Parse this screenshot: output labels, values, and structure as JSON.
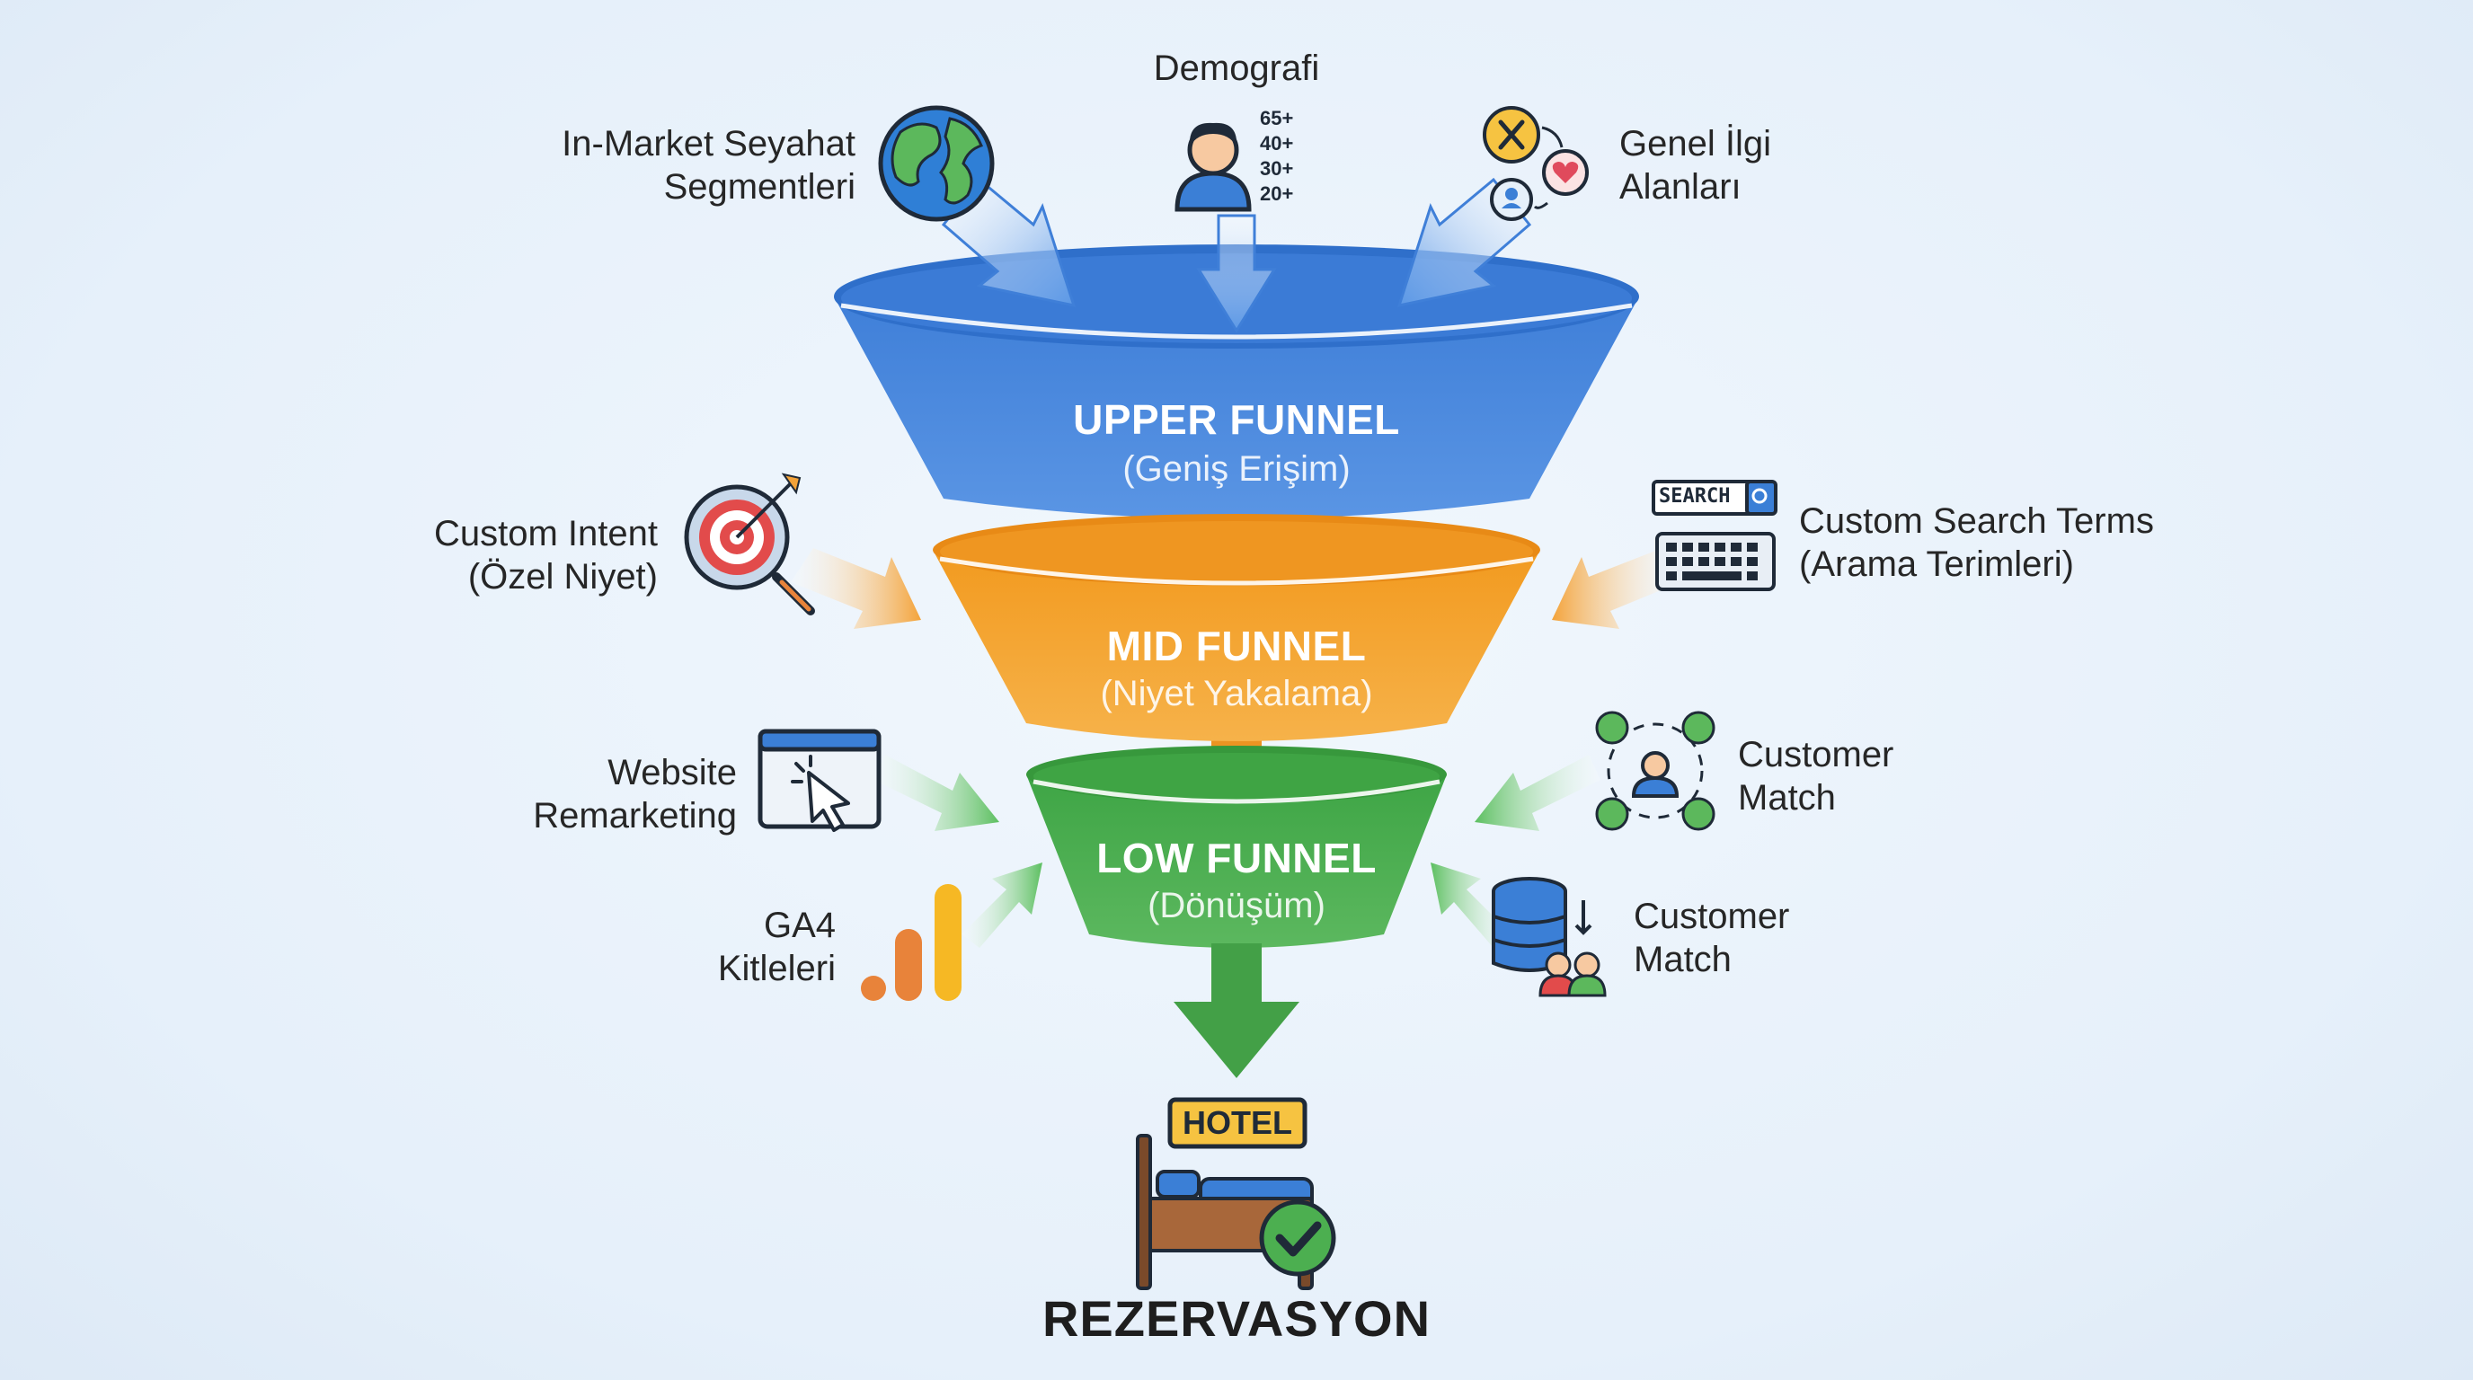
{
  "sources": {
    "in_market": [
      "In-Market Seyahat",
      "Segmentleri"
    ],
    "demografi": "Demografi",
    "age_groups": [
      "65+",
      "40+",
      "30+",
      "20+"
    ],
    "genel_ilgi": [
      "Genel İlgi",
      "Alanları"
    ],
    "custom_intent": [
      "Custom Intent",
      "(Özel Niyet)"
    ],
    "custom_search": [
      "Custom Search Terms",
      "(Arama Terimleri)"
    ],
    "search_badge": "SEARCH",
    "website_remarketing": [
      "Website",
      "Remarketing"
    ],
    "customer_match_1": [
      "Customer",
      "Match"
    ],
    "ga4": [
      "GA4",
      "Kitleleri"
    ],
    "customer_match_2": [
      "Customer",
      "Match"
    ]
  },
  "funnel": {
    "upper": {
      "title": "UPPER FUNNEL",
      "subtitle": "(Geniş Erişim)",
      "color": "#4a86dd"
    },
    "mid": {
      "title": "MID FUNNEL",
      "subtitle": "(Niyet Yakalama)",
      "color": "#f4a532"
    },
    "low": {
      "title": "LOW FUNNEL",
      "subtitle": "(Dönüşüm)",
      "color": "#4caf50"
    }
  },
  "outcome": {
    "hotel_sign": "HOTEL",
    "label": "REZERVASYON"
  }
}
